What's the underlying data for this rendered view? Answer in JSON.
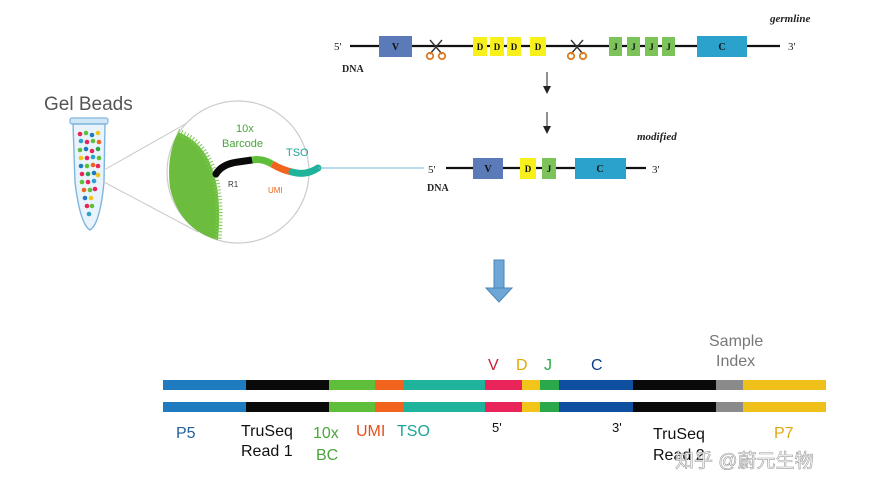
{
  "gel": {
    "title": "Gel Beads",
    "barcode_10x": "10x",
    "barcode_word": "Barcode",
    "tso": "TSO",
    "r1": "R1",
    "umi": "UMI"
  },
  "germline": {
    "label": "germline",
    "five": "5'",
    "three": "3'",
    "dna": "DNA",
    "v": "V",
    "d": "D",
    "j": "J",
    "c": "C"
  },
  "modified": {
    "label": "modified",
    "five": "5'",
    "three": "3'",
    "dna": "DNA",
    "v": "V",
    "d": "D",
    "j": "J",
    "c": "C"
  },
  "library": {
    "top_v": "V",
    "top_d": "D",
    "top_j": "J",
    "top_c": "C",
    "sample_index_1": "Sample",
    "sample_index_2": "Index",
    "p5": "P5",
    "truseq_1a": "TruSeq",
    "truseq_1b": "Read 1",
    "bc_1": "10x",
    "bc_2": "BC",
    "umi": "UMI",
    "tso": "TSO",
    "five": "5'",
    "three": "3'",
    "truseq_2a": "TruSeq",
    "truseq_2b": "Read 2",
    "p7": "P7"
  },
  "watermark": "知乎 @蔚元生物",
  "colors": {
    "p5": "#1f7bc0",
    "black": "#0a0a0a",
    "bc": "#5fbf3a",
    "umi": "#f0641e",
    "tso": "#1fb39c",
    "v": "#e8245a",
    "d": "#f3c51a",
    "j": "#2aa84a",
    "c": "#0f4fa0",
    "index": "#8a8a8a",
    "p7": "#f0c01a",
    "gene_v": "#5a7ab8",
    "gene_d": "#f7f01a",
    "gene_j": "#7cc45a",
    "gene_c": "#2aa2cc"
  }
}
